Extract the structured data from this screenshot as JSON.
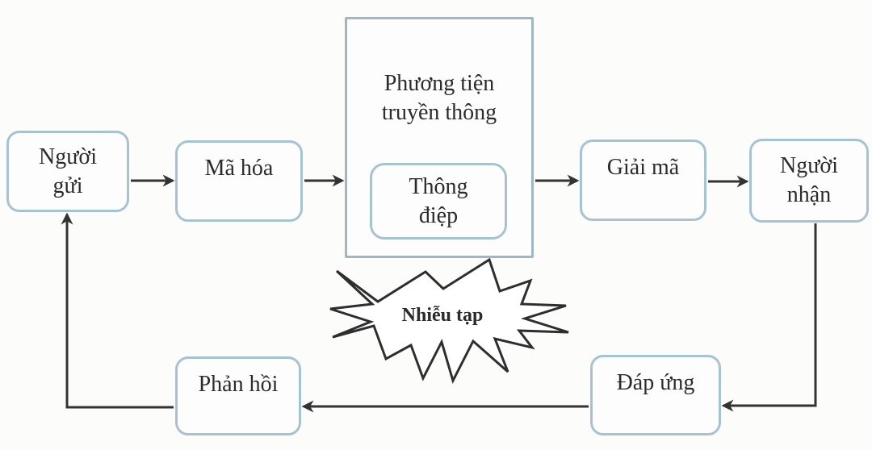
{
  "diagram": {
    "description": "Vietnamese communication process flowchart",
    "nodes": {
      "sender": {
        "lines": [
          "Người",
          "gửi"
        ]
      },
      "encode": {
        "lines": [
          "Mã hóa"
        ]
      },
      "medium": {
        "lines": [
          "Phương tiện",
          "truyền thông"
        ]
      },
      "message": {
        "lines": [
          "Thông",
          "điệp"
        ]
      },
      "decode": {
        "lines": [
          "Giải mã"
        ]
      },
      "receiver": {
        "lines": [
          "Người",
          "nhận"
        ]
      },
      "noise": {
        "label": "Nhiễu tạp"
      },
      "feedback": {
        "lines": [
          "Phản hồi"
        ]
      },
      "response": {
        "lines": [
          "Đáp ứng"
        ]
      }
    },
    "connections": [
      "sender → encode",
      "encode → medium",
      "medium → decode",
      "decode → receiver",
      "receiver → response",
      "response → feedback",
      "feedback → sender"
    ],
    "colors": {
      "background": "#fcfcfb",
      "box_border": "#a6c3d3",
      "medium_box_border": "#9db8c4",
      "box_fill": "#fdfdfe",
      "arrow": "#333333",
      "starburst_outline": "#2e2e2e",
      "text": "#2b2b2b"
    }
  }
}
